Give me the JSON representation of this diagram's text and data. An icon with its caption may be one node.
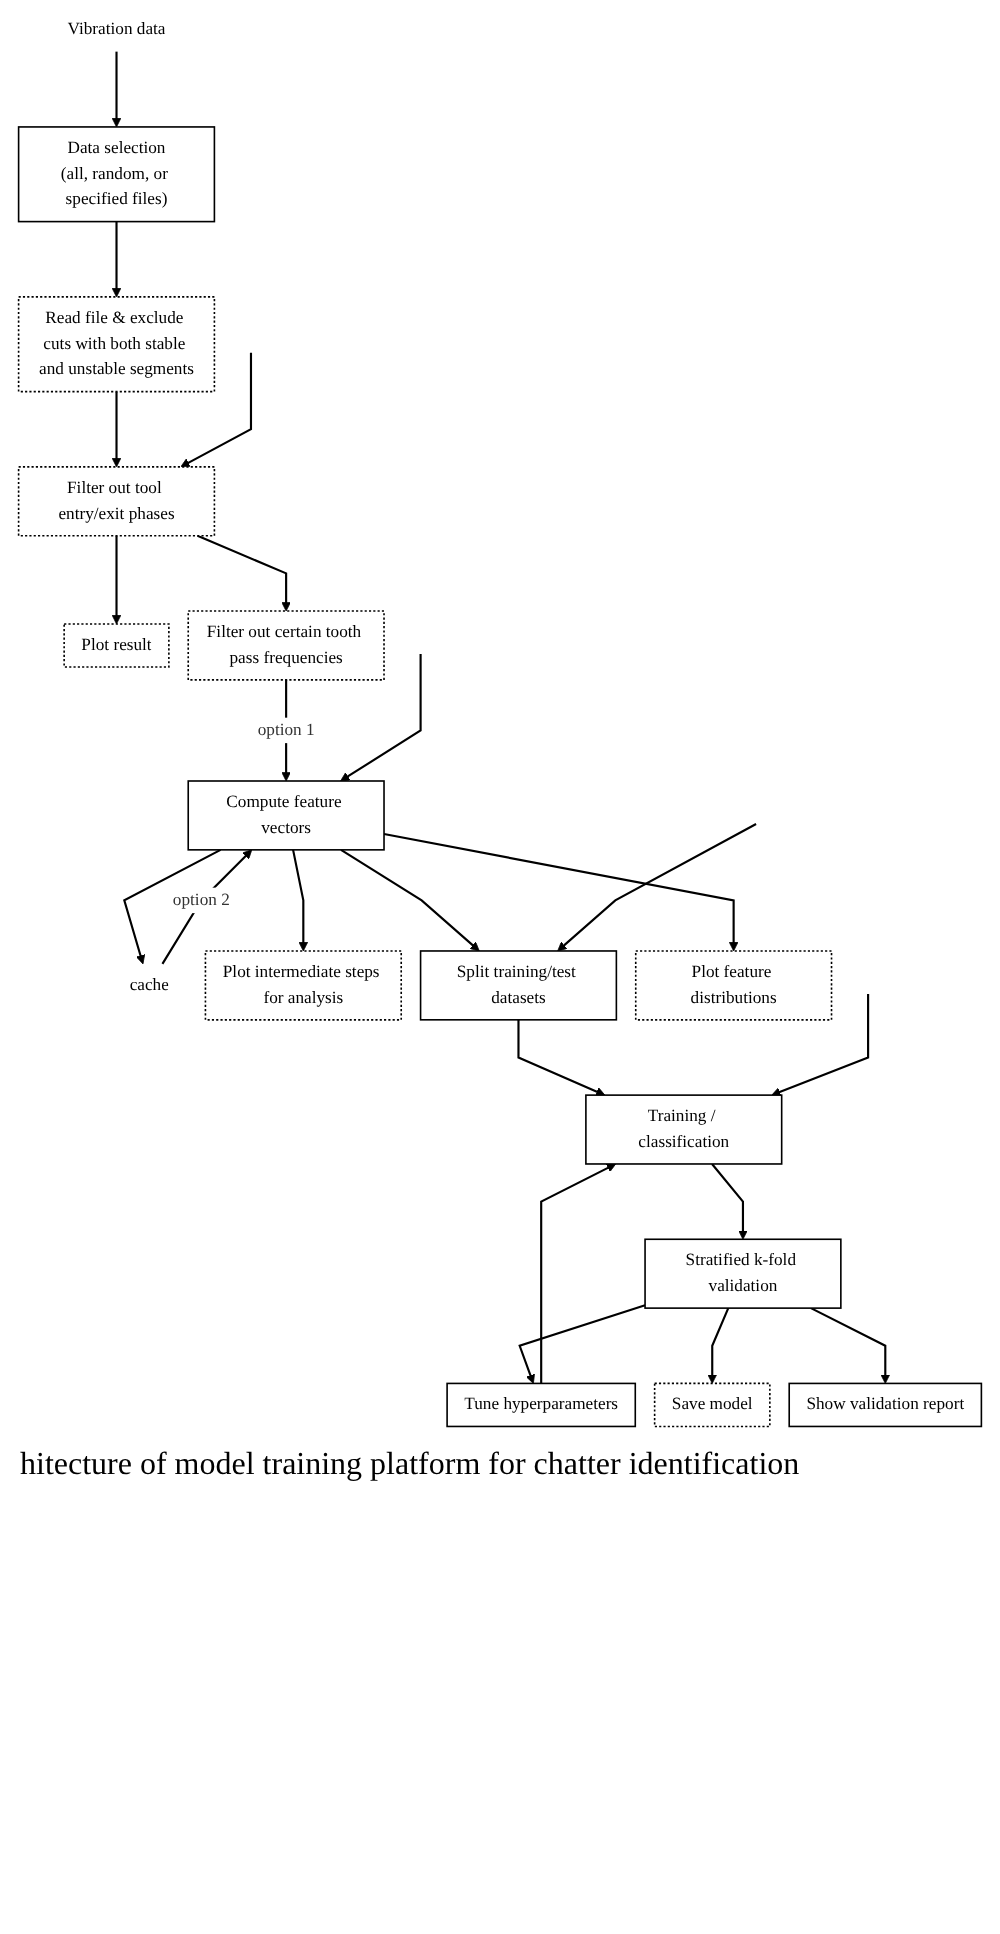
{
  "diagram": {
    "caption": "hitecture of model training platform for chatter identification",
    "nodes": [
      {
        "text": [
          "Vibration data"
        ]
      },
      {
        "text": [
          "Data selection",
          "(all, random, or specified files)"
        ]
      },
      {
        "text": [
          "Read file & exclude cuts with both stable and unstable segments"
        ]
      },
      {
        "text": [
          "Filter out tool entry/exit phases"
        ]
      },
      {
        "text": [
          "Plot result"
        ]
      },
      {
        "text": [
          "Filter out certain tooth pass frequencies"
        ]
      },
      {
        "text": [
          "Compute feature vectors"
        ]
      },
      {
        "text": [
          "cache"
        ]
      },
      {
        "text": [
          "Plot intermediate steps for analysis"
        ]
      },
      {
        "text": [
          "Split training/test datasets"
        ]
      },
      {
        "text": [
          "Plot feature distributions"
        ]
      },
      {
        "text": [
          "Training / classification"
        ]
      },
      {
        "text": [
          "Tune hyperparameters"
        ]
      },
      {
        "text": [
          "Stratified k-fold validation"
        ]
      },
      {
        "text": [
          "Save model"
        ]
      },
      {
        "text": [
          "Show validation report"
        ]
      }
    ],
    "edges": [
      {
        "from": 0,
        "to": 1,
        "arrow": "to"
      },
      {
        "from": 1,
        "to": 2,
        "arrow": "to"
      },
      {
        "from": 2,
        "to": 3,
        "arrow": "to"
      },
      {
        "from": null,
        "to": 3,
        "arrow": "to"
      },
      {
        "from": 3,
        "to": 4,
        "arrow": "to"
      },
      {
        "from": 3,
        "to": 5,
        "arrow": "to"
      },
      {
        "from": 5,
        "to": 6,
        "arrow": "to",
        "label": "option 1"
      },
      {
        "from": null,
        "to": 6,
        "arrow": "to"
      },
      {
        "from": 7,
        "to": 6,
        "arrow": "to",
        "label": "option 2"
      },
      {
        "from": 6,
        "to": 7,
        "arrow": "to"
      },
      {
        "from": 6,
        "to": 8,
        "arrow": "to"
      },
      {
        "from": 6,
        "to": 9,
        "arrow": "to"
      },
      {
        "from": 6,
        "to": 10,
        "arrow": "to"
      },
      {
        "from": null,
        "to": 9,
        "arrow": "to"
      },
      {
        "from": 9,
        "to": 11,
        "arrow": "to"
      },
      {
        "from": null,
        "to": 11,
        "arrow": "to"
      },
      {
        "from": 12,
        "to": 11,
        "arrow": "to"
      },
      {
        "from": 11,
        "to": 13,
        "arrow": "to"
      },
      {
        "from": 13,
        "to": 12,
        "arrow": "to"
      },
      {
        "from": 13,
        "to": 14,
        "arrow": "to"
      },
      {
        "from": 13,
        "to": 15,
        "arrow": "to"
      }
    ]
  }
}
